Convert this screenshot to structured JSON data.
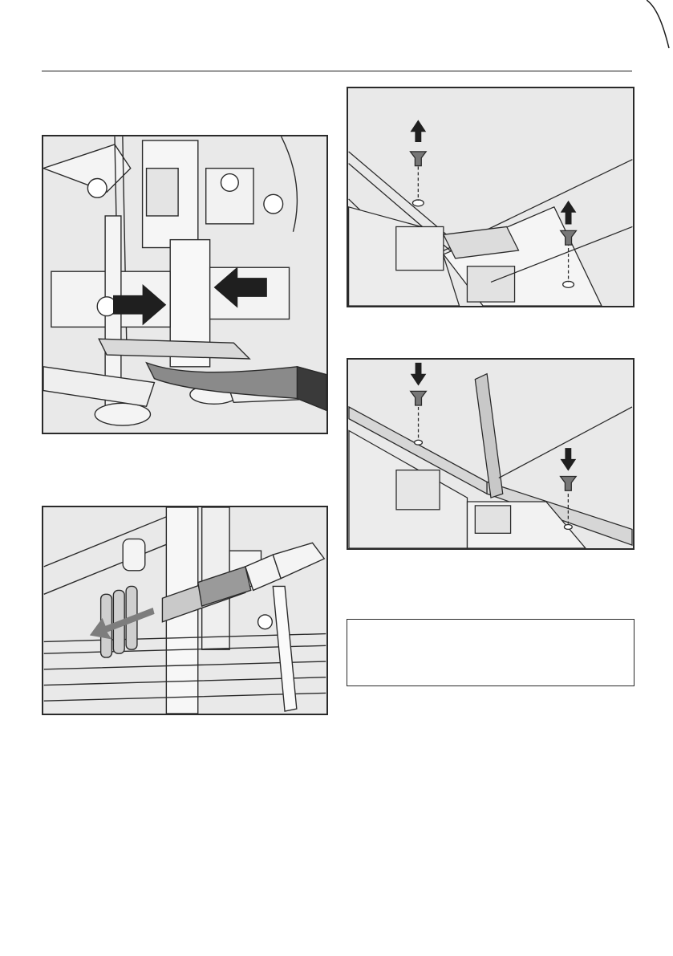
{
  "page": {
    "title": "",
    "header_rule": true
  },
  "figures": [
    {
      "id": "fig-1",
      "subject": "pliers-squeezing-bracket-clips",
      "arrows": [
        "right",
        "left"
      ]
    },
    {
      "id": "fig-2",
      "subject": "hammer-driving-out-hinge-pin",
      "arrows": [
        "left"
      ]
    },
    {
      "id": "fig-3",
      "subject": "removing-two-screws",
      "arrows": [
        "up",
        "up"
      ]
    },
    {
      "id": "fig-4",
      "subject": "inserting-two-screws-with-joining-bracket",
      "arrows": [
        "down",
        "down"
      ]
    }
  ],
  "note_box": {
    "text": ""
  },
  "colors": {
    "figure_bg": "#e9e9e9",
    "line": "#2a2a2a",
    "arrow": "#1f1f1f",
    "arrow_grey": "#7d7d7d"
  }
}
